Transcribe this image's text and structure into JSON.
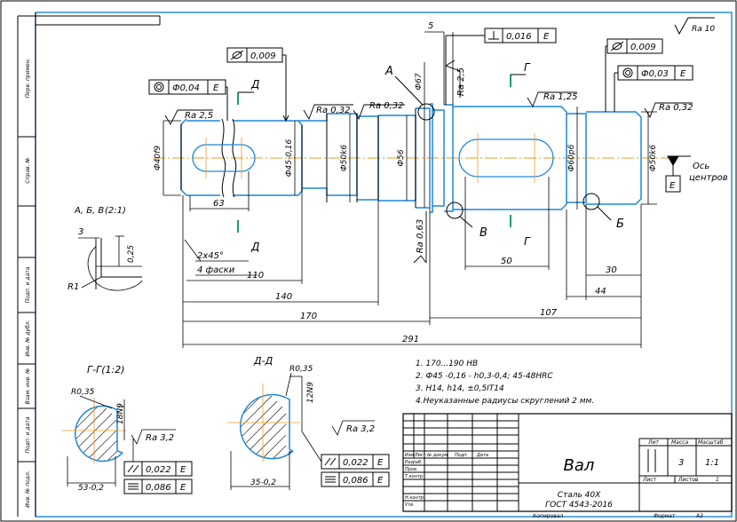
{
  "part": {
    "name": "Вал",
    "material_line1": "Сталь 40Х",
    "material_line2": "ГОСТ 4543-2016"
  },
  "general_roughness": "Ra 10",
  "notes": [
    "1. 170...190 НВ",
    "2. Ф45 -0,16 - h0,3-0,4; 45-48HRC",
    "3. Н14, h14, ±0,5IT14",
    "4.Неуказанные радиусы скруглений 2 мм."
  ],
  "diameters": {
    "d1": "Ф40f9",
    "d2": "Ф45-0,16",
    "d3": "Ф50k6",
    "d4": "Ф56",
    "d5": "Ф67",
    "d6": "Ф60p6",
    "d7": "Ф50k6"
  },
  "roughness": {
    "r1": "Ra 2,5",
    "r2": "Ra 0,32",
    "r3": "Ra 0,32",
    "r4": "Ra 2,5",
    "r5": "Ra 1,25",
    "r6": "Ra 0,32",
    "r7": "Ra 0,63",
    "r8": "Ra 3,2",
    "r9": "Ra 3,2"
  },
  "tolerance_frames": {
    "f1": {
      "value": "0,009"
    },
    "f2": {
      "value": "Ф0,04",
      "base": "E"
    },
    "f3": {
      "value": "0,016",
      "base": "E"
    },
    "f4": {
      "value": "0,009"
    },
    "f5": {
      "value": "Ф0,03",
      "base": "E"
    },
    "f6a": {
      "value": "0,022",
      "base": "E"
    },
    "f6b": {
      "value": "0,086",
      "base": "E"
    },
    "f7a": {
      "value": "0,022",
      "base": "E"
    },
    "f7b": {
      "value": "0,086",
      "base": "E"
    }
  },
  "datum": {
    "letter": "E",
    "label1": "Ось",
    "label2": "центров"
  },
  "section_marks": {
    "d": "Д",
    "g": "Г",
    "a": "А",
    "b": "Б",
    "v": "В"
  },
  "detail": {
    "title": "А, Б, В",
    "scale": "(2:1)",
    "d1": "3",
    "d2": "0,25",
    "radius": "R1"
  },
  "chamfer": {
    "line1": "2х45°",
    "line2": "4 фаски"
  },
  "dimensions": {
    "d5": "5",
    "d63": "63",
    "d110": "110",
    "d140": "140",
    "d170": "170",
    "d291": "291",
    "d50": "50",
    "d30": "30",
    "d44": "44",
    "d107": "107"
  },
  "section_g": {
    "title": "Г-Г(1:2)",
    "radius": "R0,35",
    "keyway": "18N9",
    "depth": "53-0,2"
  },
  "section_d": {
    "title": "Д-Д",
    "radius": "R0,35",
    "keyway": "12N9",
    "depth": "35-0,2"
  },
  "title_block": {
    "col_izm": "Изм",
    "col_list": "Лист",
    "col_doc": "№ докум.",
    "col_sign": "Подп.",
    "col_date": "Дата",
    "row_razrab": "Разраб.",
    "row_prov": "Пров.",
    "row_tkontr": "Т.контр.",
    "row_nkontr": "Н.контр.",
    "row_utv": "Утв.",
    "hdr_lit": "Лит",
    "hdr_massa": "Масса",
    "hdr_masshtab": "Масштаб",
    "massa": "3",
    "masshtab": "1:1",
    "list": "Лист",
    "listov": "Листов",
    "listov_val": "1",
    "kopiroval": "Копировал",
    "format": "Формат",
    "format_val": "А3"
  },
  "margin_labels": [
    "Перв. примен.",
    "Справ. №",
    "Подп. и дата",
    "Инв. № дубл.",
    "Взам. инв. №",
    "Подп. и дата",
    "Инв. № подл."
  ]
}
